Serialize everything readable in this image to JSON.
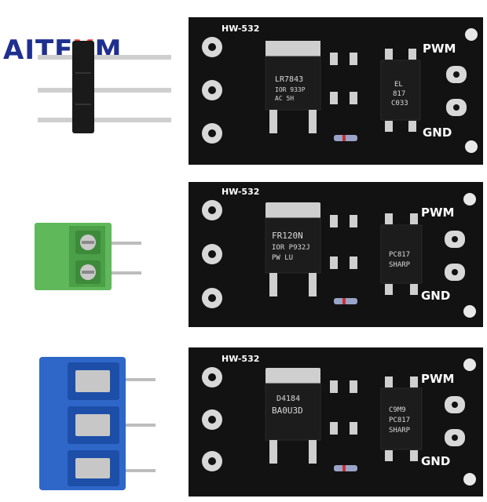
{
  "brand": {
    "logo_prefix": "AITE",
    "logo_x": "X",
    "logo_suffix": "M",
    "primary_color": "#1f2f8f",
    "accent_color": "#e33b2f"
  },
  "boards": [
    {
      "model": "HW-532",
      "mosfet_lines": [
        "LR7843",
        "IOR 933P",
        "AC  5H"
      ],
      "opto_lines": [
        "EL",
        "817",
        "C033"
      ],
      "pwm_label": "PWM",
      "gnd_label": "GND"
    },
    {
      "model": "HW-532",
      "mosfet_lines": [
        "FR120N",
        "IOR P932J",
        "PW  LU"
      ],
      "opto_lines": [
        "PC817",
        "SHARP"
      ],
      "pwm_label": "PWM",
      "gnd_label": "GND"
    },
    {
      "model": "HW-532",
      "mosfet_lines": [
        "D4184",
        "BA0U3D"
      ],
      "opto_lines": [
        "C9M9",
        "PC817",
        "SHARP"
      ],
      "pwm_label": "PWM",
      "gnd_label": "GND"
    }
  ],
  "colors": {
    "pcb": "#121212",
    "pad": "#d8d8d8",
    "green_terminal": "#5fb85a",
    "blue_terminal": "#2f67c9",
    "header_black": "#1a1a1a",
    "pin_silver": "#cfcfcf"
  }
}
